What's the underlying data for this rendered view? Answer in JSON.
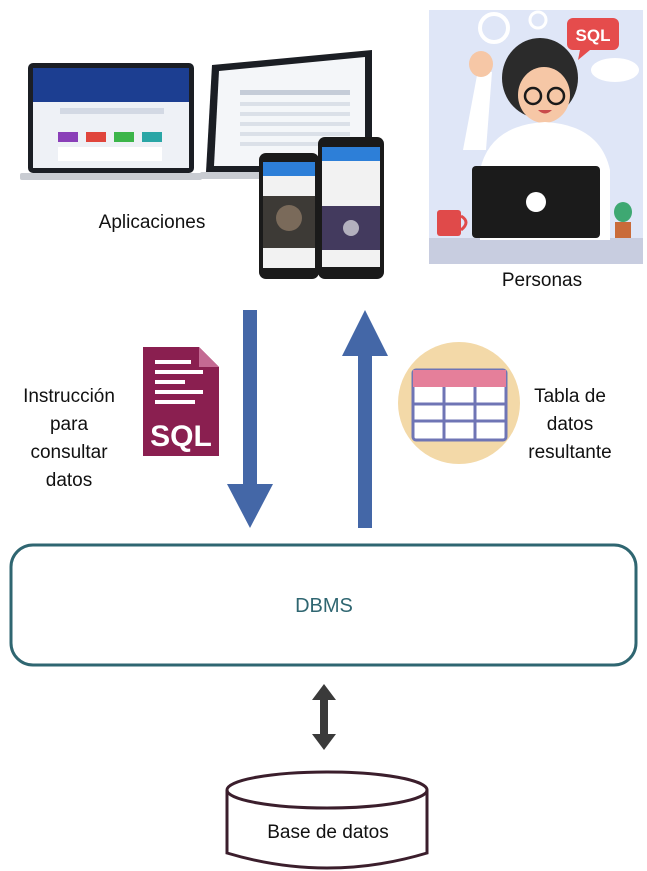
{
  "labels": {
    "aplicaciones": "Aplicaciones",
    "personas": "Personas",
    "instruccion": [
      "Instrucción",
      "para",
      "consultar",
      "datos"
    ],
    "tabla": [
      "Tabla de",
      "datos",
      "resultante"
    ],
    "dbms": "DBMS",
    "base_de_datos": "Base de datos"
  },
  "icons": {
    "sql_document": "SQL",
    "persona_badge": "SQL"
  },
  "colors": {
    "arrow_blue": "#4467a7",
    "dbms_border": "#2f6671",
    "dbms_text": "#2f6671",
    "db_border": "#3b1e2c",
    "sql_icon": "#8a1f50",
    "table_icon_circle": "#f3d9a8",
    "table_icon_header": "#e57f9a",
    "table_icon_grid": "#6f75b5"
  }
}
